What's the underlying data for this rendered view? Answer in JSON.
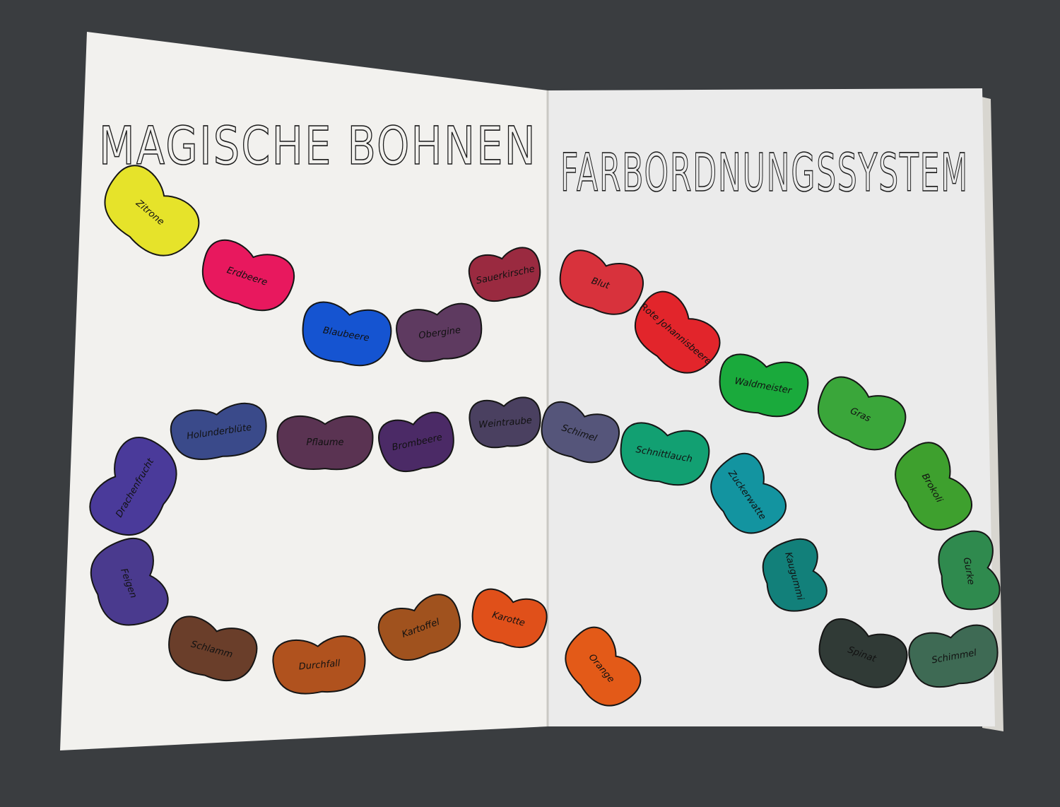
{
  "title": {
    "left": "MAGISCHE BOHNEN",
    "right": "FARBORDNUNGSSYSTEM"
  },
  "beans": [
    {
      "label": "Zitrone",
      "color": "#e6e32a"
    },
    {
      "label": "Erdbeere",
      "color": "#e8185e"
    },
    {
      "label": "Blaubeere",
      "color": "#1554d1"
    },
    {
      "label": "Obergine",
      "color": "#5e3a60"
    },
    {
      "label": "Sauerkirsche",
      "color": "#9a2a40"
    },
    {
      "label": "Blut",
      "color": "#d8323c"
    },
    {
      "label": "Rote Johannisbeere",
      "color": "#e2252b"
    },
    {
      "label": "Waldmeister",
      "color": "#1aaa3c"
    },
    {
      "label": "Gras",
      "color": "#3aa63a"
    },
    {
      "label": "Brokoli",
      "color": "#3ea02e"
    },
    {
      "label": "Gurke",
      "color": "#2f8a4e"
    },
    {
      "label": "Schimmel",
      "color": "#3e6a54"
    },
    {
      "label": "Spinat",
      "color": "#303a36"
    },
    {
      "label": "Kaugummi",
      "color": "#12807a"
    },
    {
      "label": "Zuckerwatte",
      "color": "#1394a0"
    },
    {
      "label": "Schnittlauch",
      "color": "#12a072"
    },
    {
      "label": "Schimel",
      "color": "#55557a"
    },
    {
      "label": "Weintraube",
      "color": "#4a4060"
    },
    {
      "label": "Brombeere",
      "color": "#4b2a66"
    },
    {
      "label": "Pflaume",
      "color": "#5a3352"
    },
    {
      "label": "Holunderblüte",
      "color": "#3a4a8a"
    },
    {
      "label": "Drachenfrucht",
      "color": "#4a3a9a"
    },
    {
      "label": "Feigen",
      "color": "#4a3a8e"
    },
    {
      "label": "Schlamm",
      "color": "#6a3e2a"
    },
    {
      "label": "Durchfall",
      "color": "#b0521e"
    },
    {
      "label": "Kartoffel",
      "color": "#a0521e"
    },
    {
      "label": "Karotte",
      "color": "#e0501a"
    },
    {
      "label": "Orange",
      "color": "#e35a18"
    }
  ]
}
